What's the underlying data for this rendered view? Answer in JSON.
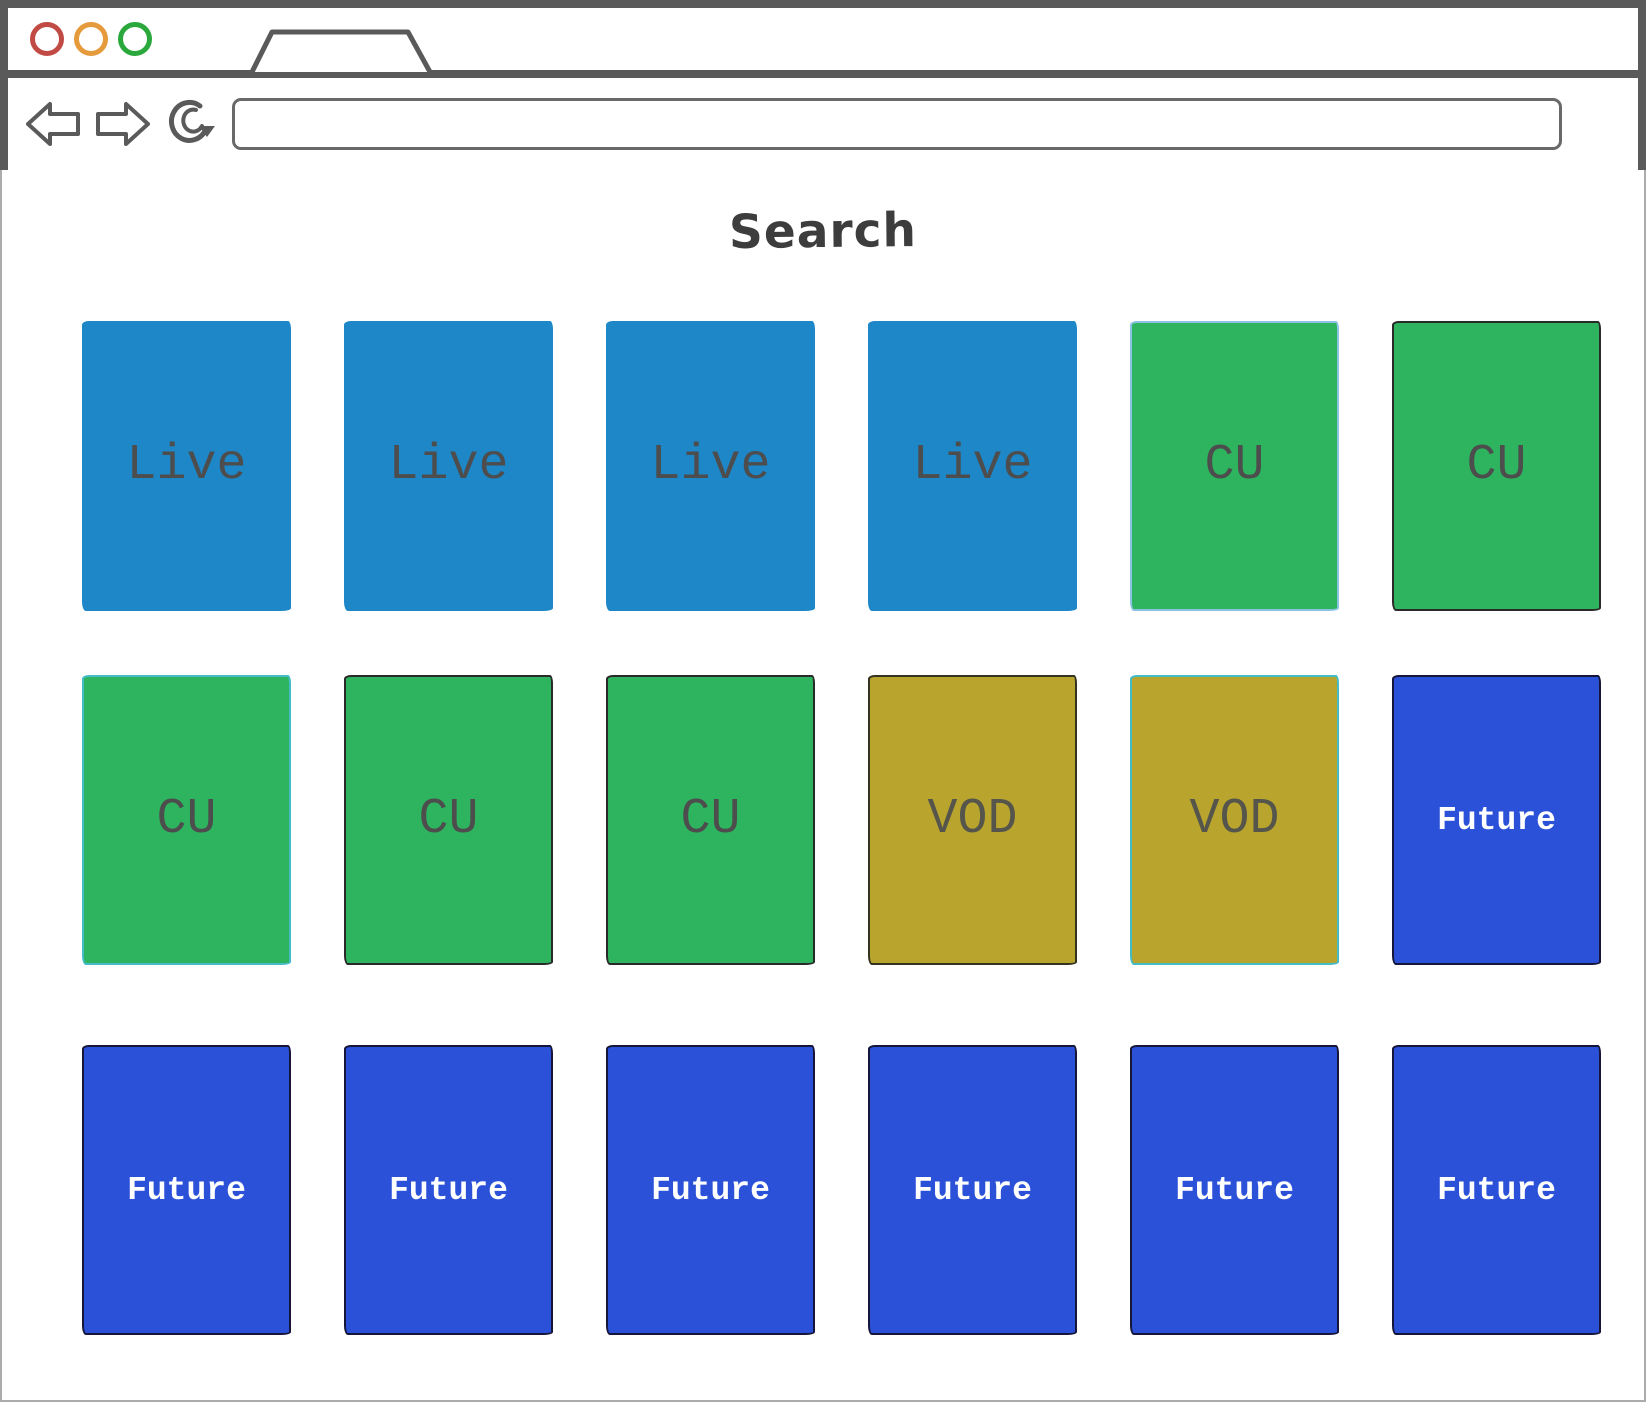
{
  "browser": {
    "traffic_lights": [
      {
        "name": "close",
        "color": "#C14B44"
      },
      {
        "name": "minimize",
        "color": "#E59A3C"
      },
      {
        "name": "maximize",
        "color": "#2BA83C"
      }
    ],
    "tab_label": "",
    "url": {
      "value": "",
      "placeholder": ""
    },
    "chrome_color": "#5A5A5A"
  },
  "page": {
    "title": "Search",
    "card_types": {
      "live": {
        "label": "Live",
        "fill": "#1E87C8",
        "text_color": "#4D4D4D",
        "border_color": "transparent"
      },
      "cu": {
        "label": "CU",
        "fill": "#2EB45E",
        "text_color": "#4D4D4D",
        "border_color": "#2A2A2A"
      },
      "vod": {
        "label": "VOD",
        "fill": "#B9A52E",
        "text_color": "#55554B",
        "border_color": "#33331F"
      },
      "future": {
        "label": "Future",
        "fill": "#2B51D9",
        "text_color": "#FFFFFF",
        "border_color": "#16163A"
      }
    },
    "edge_colors": {
      "dark": "",
      "none": "transparent",
      "light": "#8CC3E2",
      "teal": "#43BCC6"
    },
    "rows": [
      [
        {
          "type": "live",
          "edge": "none"
        },
        {
          "type": "live",
          "edge": "none"
        },
        {
          "type": "live",
          "edge": "none"
        },
        {
          "type": "live",
          "edge": "none"
        },
        {
          "type": "cu",
          "edge": "light"
        },
        {
          "type": "cu",
          "edge": "dark"
        }
      ],
      [
        {
          "type": "cu",
          "edge": "teal"
        },
        {
          "type": "cu",
          "edge": "dark"
        },
        {
          "type": "cu",
          "edge": "dark"
        },
        {
          "type": "vod",
          "edge": "dark"
        },
        {
          "type": "vod",
          "edge": "teal"
        },
        {
          "type": "future",
          "edge": "dark"
        }
      ],
      [
        {
          "type": "future",
          "edge": "dark"
        },
        {
          "type": "future",
          "edge": "dark"
        },
        {
          "type": "future",
          "edge": "dark"
        },
        {
          "type": "future",
          "edge": "dark"
        },
        {
          "type": "future",
          "edge": "dark"
        },
        {
          "type": "future",
          "edge": "dark"
        }
      ]
    ]
  }
}
